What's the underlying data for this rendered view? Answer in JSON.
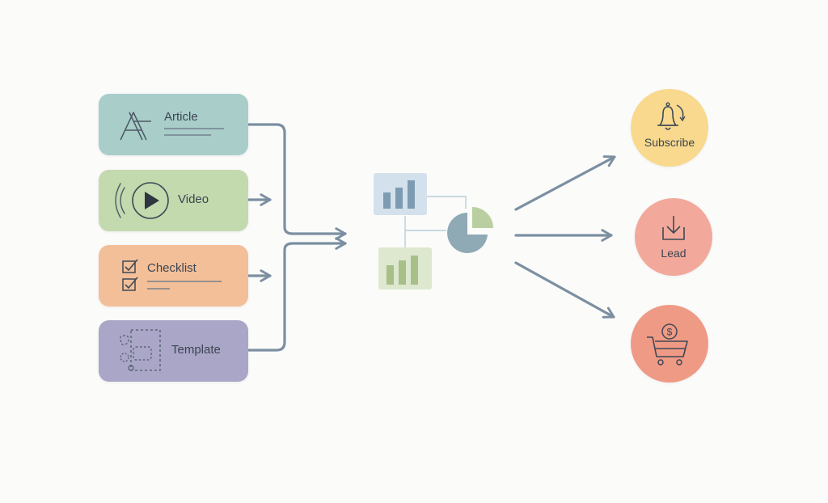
{
  "content_types": [
    {
      "label": "Article"
    },
    {
      "label": "Video"
    },
    {
      "label": "Checklist"
    },
    {
      "label": "Template"
    }
  ],
  "outcomes": [
    {
      "label": "Subscribe"
    },
    {
      "label": "Lead"
    },
    {
      "label": ""
    }
  ],
  "colors": {
    "article": "#a9cdc9",
    "video": "#c3d9ae",
    "checklist": "#f3bf98",
    "template": "#aaa6c7",
    "subscribe": "#f8d98d",
    "lead": "#f2a99b",
    "purchase": "#ef9a85",
    "connector": "#7b8fa1",
    "hub_blue": "#d3e1ec",
    "hub_green": "#dde8cf"
  }
}
